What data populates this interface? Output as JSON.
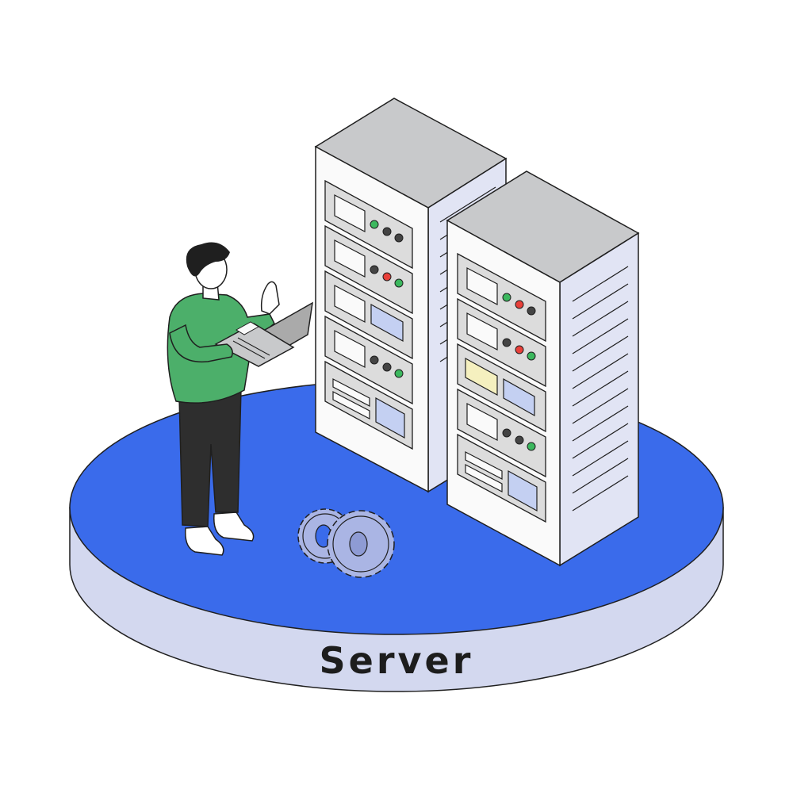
{
  "caption": "Server",
  "colors": {
    "platform_top": "#3a6beb",
    "platform_side": "#d3d8ef",
    "rack_front": "#fafafa",
    "rack_side": "#e1e4f4",
    "rack_top": "#c8c9cb",
    "slot_fill": "#dcdcdc",
    "screen_blue": "#c4d0f2",
    "screen_yellow": "#f5f0bf",
    "led_green": "#3cb85e",
    "led_red": "#e8403a",
    "led_dark": "#444444",
    "sweater": "#4caf6a",
    "pants": "#2e2e2e",
    "gear": "#aab5e4",
    "outline": "#1f1f1f"
  },
  "icons": [
    "server-rack",
    "gear",
    "laptop",
    "person"
  ]
}
